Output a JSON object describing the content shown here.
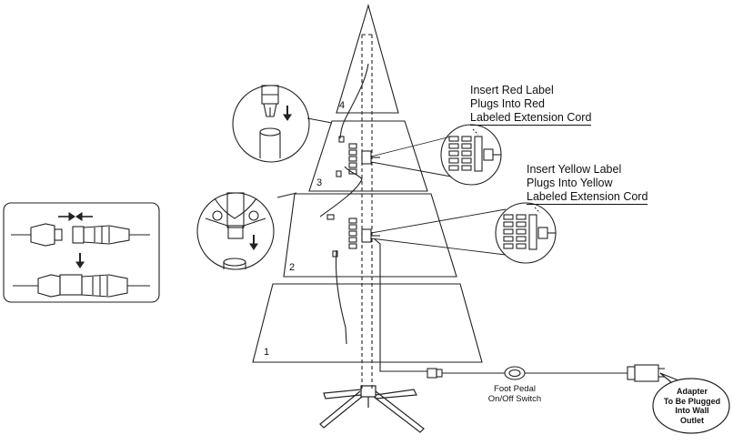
{
  "sections": [
    "1",
    "2",
    "3",
    "4"
  ],
  "labels": {
    "red_callout": [
      "Insert Red Label",
      "Plugs Into Red",
      "Labeled Extension Cord"
    ],
    "yellow_callout": [
      "Insert Yellow Label",
      "Plugs Into Yellow",
      "Labeled Extension Cord"
    ],
    "foot_pedal": [
      "Foot Pedal",
      "On/Off Switch"
    ],
    "adapter": [
      "Adapter",
      "To Be Plugged",
      "Into Wall",
      "Outlet"
    ]
  }
}
